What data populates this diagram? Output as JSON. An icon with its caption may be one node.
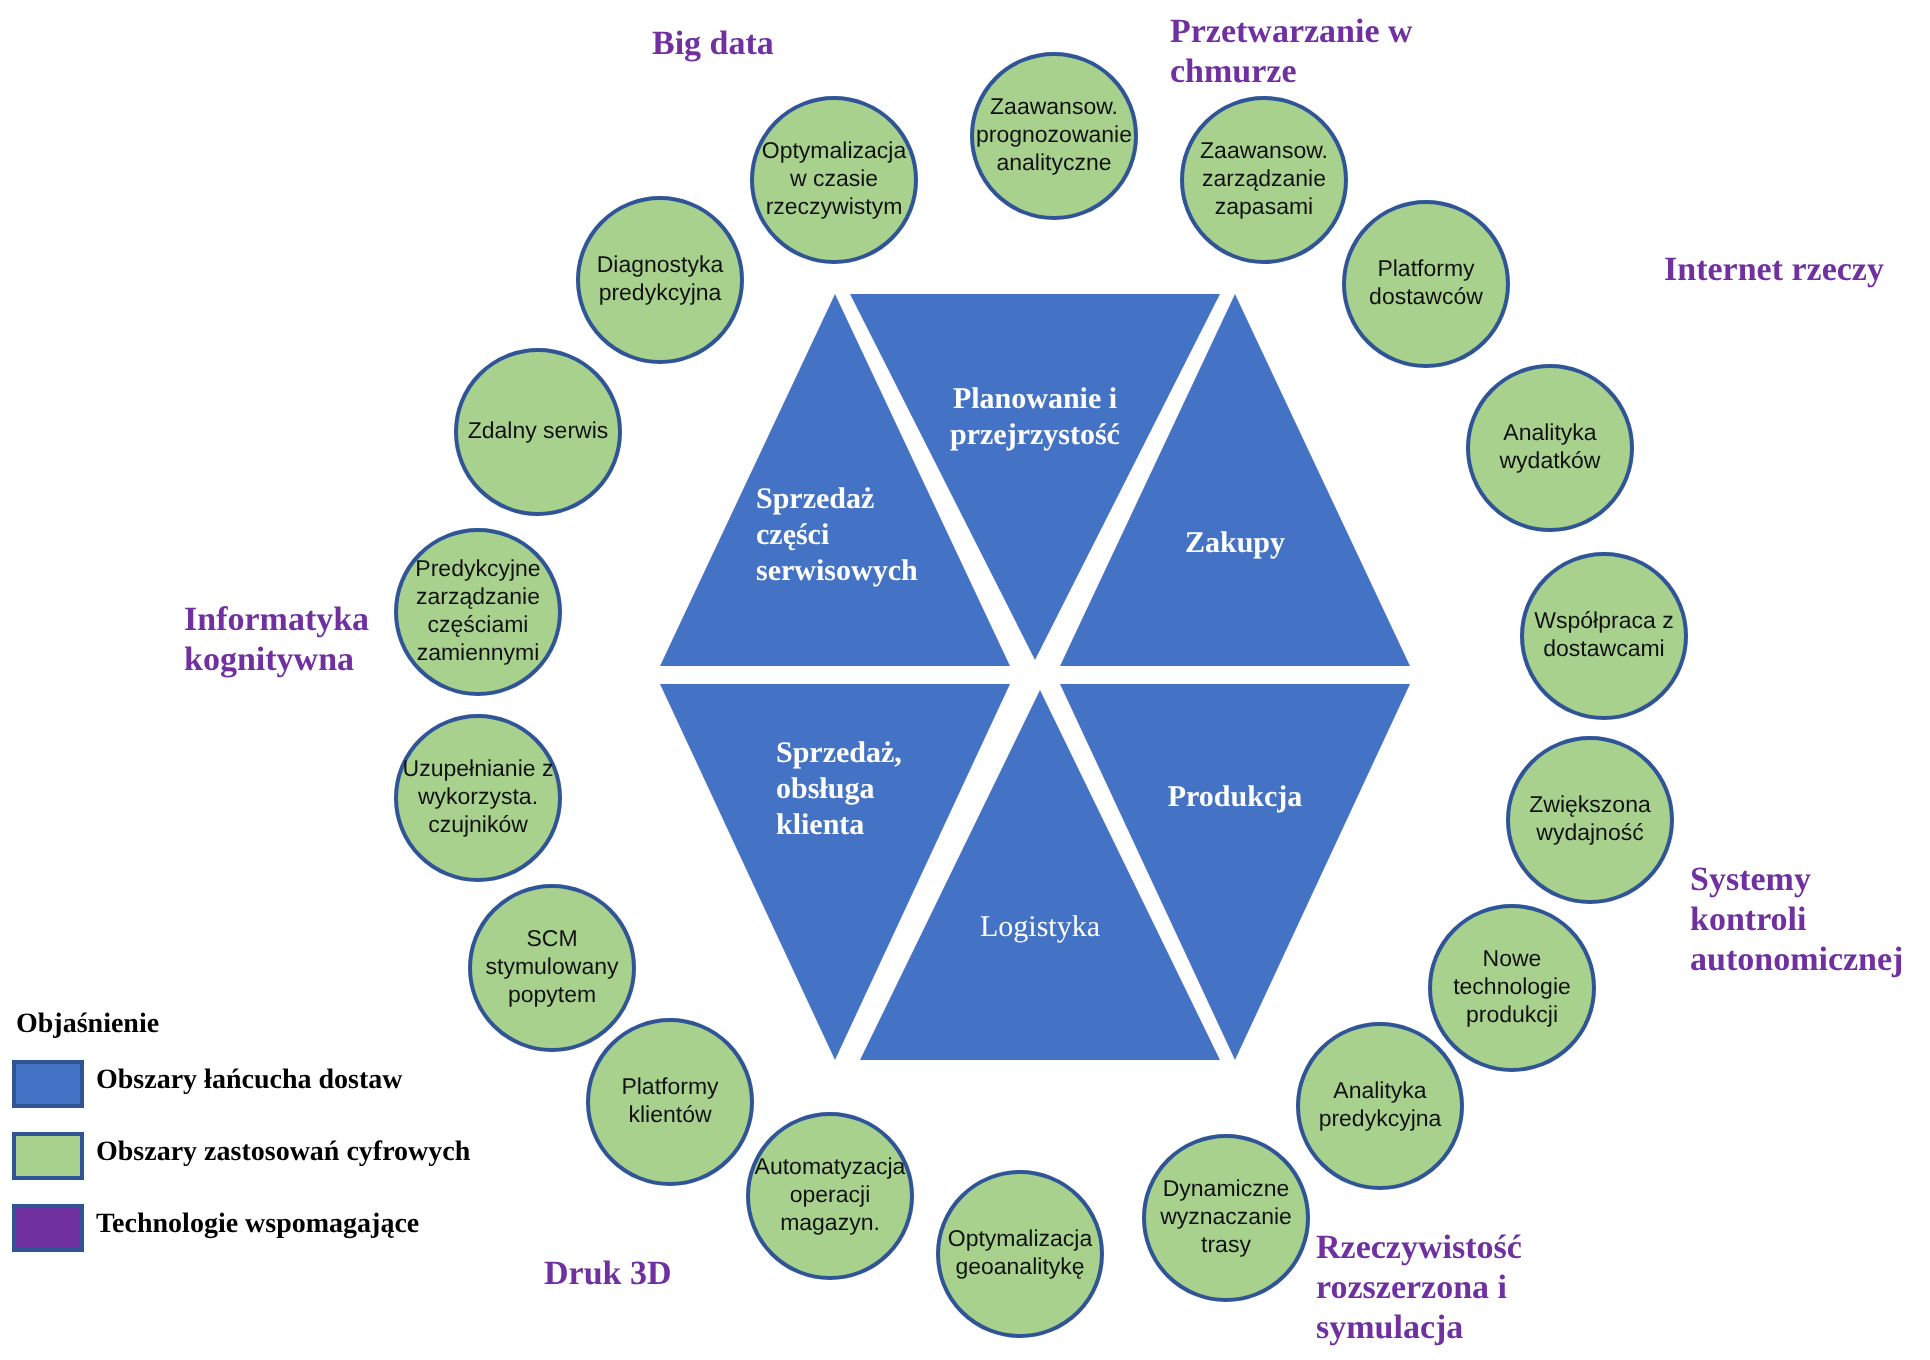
{
  "diagram": {
    "nodes": [
      {
        "text": [
          "Sprzedaż części serwisowych"
        ]
      },
      {
        "text": [
          "Planowanie i przejrzystość"
        ]
      },
      {
        "text": [
          "Zakupy"
        ]
      },
      {
        "text": [
          "Sprzedaż, obsługa klienta"
        ]
      },
      {
        "text": [
          "Logistyka"
        ]
      },
      {
        "text": [
          "Produkcja"
        ]
      },
      {
        "text": [
          "Zaawansow. prognozowanie analityczne"
        ]
      },
      {
        "text": [
          "Zaawansow. zarządzanie zapasami"
        ]
      },
      {
        "text": [
          "Platformy dostawców"
        ]
      },
      {
        "text": [
          "Analityka wydatków"
        ]
      },
      {
        "text": [
          "Współpraca z dostawcami"
        ]
      },
      {
        "text": [
          "Zwiększona wydajność"
        ]
      },
      {
        "text": [
          "Nowe technologie produkcji"
        ]
      },
      {
        "text": [
          "Analityka predykcyjna"
        ]
      },
      {
        "text": [
          "Dynamiczne wyznaczanie trasy"
        ]
      },
      {
        "text": [
          "Optymalizacja geoanalitykę"
        ]
      },
      {
        "text": [
          "Automatyzacja operacji magazyn."
        ]
      },
      {
        "text": [
          "Platformy klientów"
        ]
      },
      {
        "text": [
          "SCM stymulowany popytem"
        ]
      },
      {
        "text": [
          "Uzupełnianie z wykorzysta. czujników"
        ]
      },
      {
        "text": [
          "Predykcyjne zarządzanie częściami zamiennymi"
        ]
      },
      {
        "text": [
          "Zdalny serwis"
        ]
      },
      {
        "text": [
          "Diagnostyka predykcyjna"
        ]
      },
      {
        "text": [
          "Optymalizacja w czasie rzeczywistym"
        ]
      }
    ],
    "labels": [
      "Big data",
      "Przetwarzanie w chmurze",
      "Internet rzeczy",
      "Informatyka kognitywna",
      "Systemy kontroli autonomicznej",
      "Objaśnienie",
      "Druk 3D",
      "Rzeczywistość rozszerzona i symulacja"
    ],
    "legend": [
      {
        "text": "Obszary łańcucha dostaw",
        "color": "#4472c4"
      },
      {
        "text": "Obszary zastosowań cyfrowych",
        "color": "#a9d18e"
      },
      {
        "text": "Technologie wspomagające",
        "color": "#7030a0"
      }
    ]
  }
}
